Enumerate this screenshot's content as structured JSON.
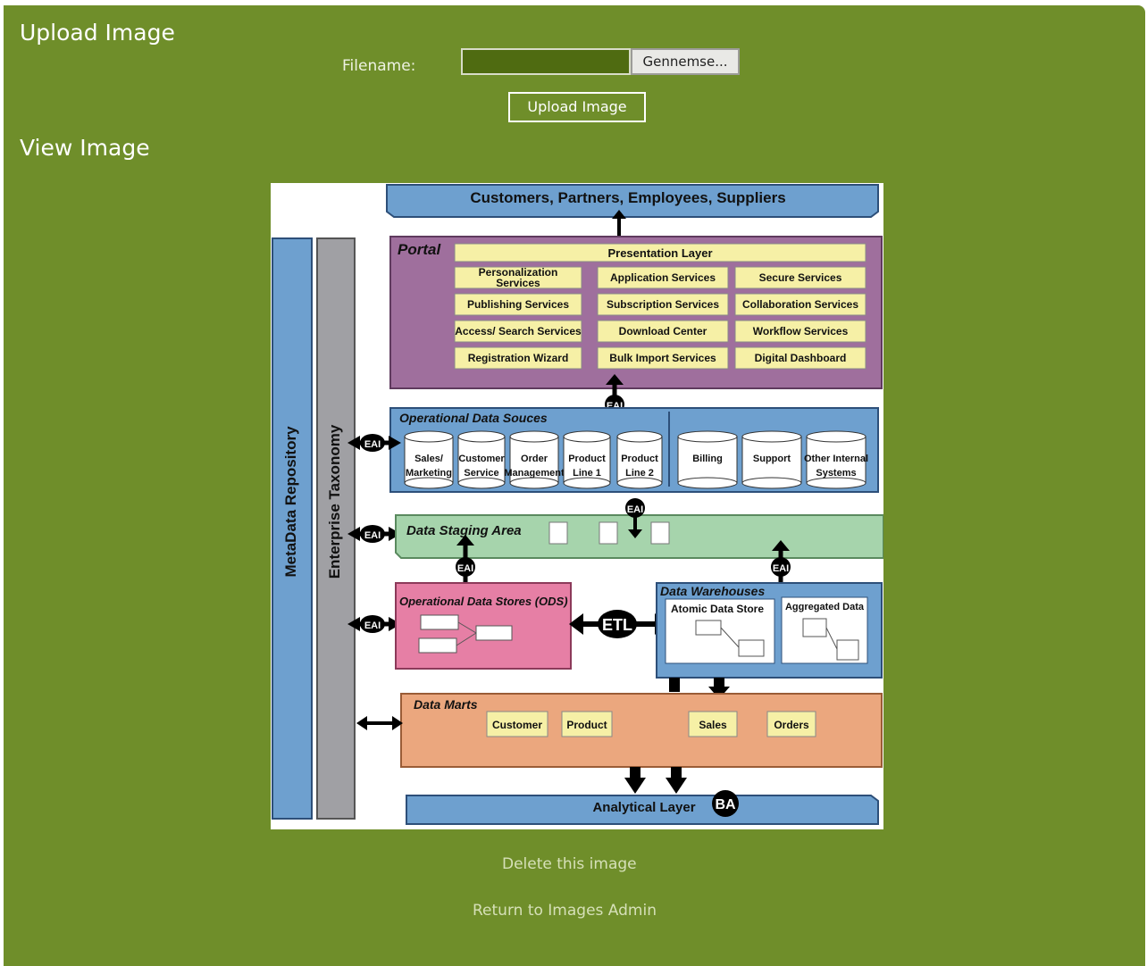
{
  "upload": {
    "heading": "Upload Image",
    "filename_label": "Filename:",
    "browse_label": "Gennemse...",
    "submit_label": "Upload Image"
  },
  "view": {
    "heading": "View Image",
    "delete_link": "Delete this image",
    "return_link": "Return to Images Admin"
  },
  "diagram": {
    "top_bar": "Customers, Partners, Employees, Suppliers",
    "side_left": "MetaData Repository",
    "side_mid": "Enterprise Taxonomy",
    "portal": {
      "title": "Portal",
      "presentation": "Presentation Layer",
      "col1": [
        "Personalization Services",
        "Publishing Services",
        "Access/ Search Services",
        "Registration Wizard"
      ],
      "col2": [
        "Application Services",
        "Subscription Services",
        "Download Center",
        "Bulk Import Services"
      ],
      "col3": [
        "Secure Services",
        "Collaboration Services",
        "Workflow Services",
        "Digital Dashboard"
      ]
    },
    "ods_sources": {
      "title": "Operational Data Souces",
      "items": [
        [
          "Sales/",
          "Marketing"
        ],
        [
          "Customer",
          "Service"
        ],
        [
          "Order",
          "Management"
        ],
        [
          "Product",
          "Line 1"
        ],
        [
          "Product",
          "Line 2"
        ],
        [
          "Billing",
          ""
        ],
        [
          "Support",
          ""
        ],
        [
          "Other Internal",
          "Systems"
        ]
      ]
    },
    "staging": "Data Staging Area",
    "ods": "Operational Data Stores (ODS)",
    "warehouse": {
      "title": "Data Warehouses",
      "atomic": "Atomic Data Store",
      "aggregated": "Aggregated Data"
    },
    "marts": {
      "title": "Data Marts",
      "items": [
        "Customer",
        "Product",
        "Sales",
        "Orders"
      ]
    },
    "analytical": "Analytical Layer",
    "eai": "EAI",
    "etl": "ETL",
    "ba": "BA"
  }
}
